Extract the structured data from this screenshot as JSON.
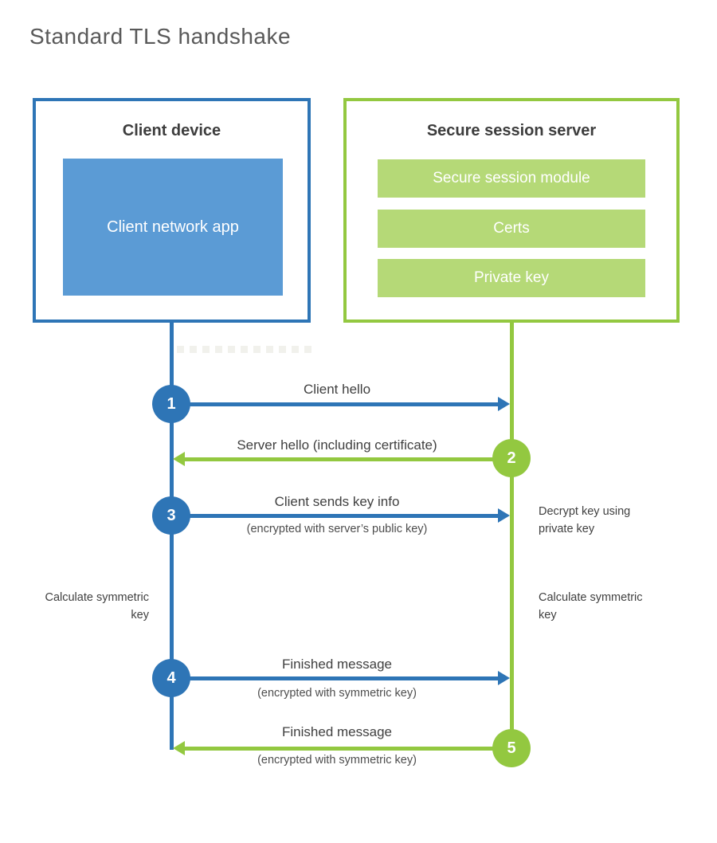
{
  "title": "Standard TLS handshake",
  "client_box": {
    "title": "Client device",
    "app_label": "Client network app"
  },
  "server_box": {
    "title": "Secure session server",
    "modules": [
      "Secure session module",
      "Certs",
      "Private key"
    ]
  },
  "steps": [
    {
      "number": "1",
      "label": "Client hello",
      "sublabel": "",
      "direction": "right",
      "color": "#2e75b6"
    },
    {
      "number": "2",
      "label": "Server hello (including certificate)",
      "sublabel": "",
      "direction": "left",
      "color": "#93c840"
    },
    {
      "number": "3",
      "label": "Client sends key info",
      "sublabel": "(encrypted with server’s public key)",
      "direction": "right",
      "color": "#2e75b6"
    },
    {
      "number": "4",
      "label": "Finished message",
      "sublabel": "(encrypted with symmetric key)",
      "direction": "right",
      "color": "#2e75b6"
    },
    {
      "number": "5",
      "label": "Finished message",
      "sublabel": "(encrypted with symmetric key)",
      "direction": "left",
      "color": "#93c840"
    }
  ],
  "side_notes": {
    "decrypt_note": "Decrypt key using private key",
    "calculate_left": "Calculate symmetric key",
    "calculate_right": "Calculate symmetric key"
  },
  "colors": {
    "client_accent": "#2e75b6",
    "client_fill": "#5b9bd5",
    "server_accent": "#93c840",
    "server_fill": "#b5d977",
    "title_text": "#595959",
    "body_text": "#404040"
  }
}
